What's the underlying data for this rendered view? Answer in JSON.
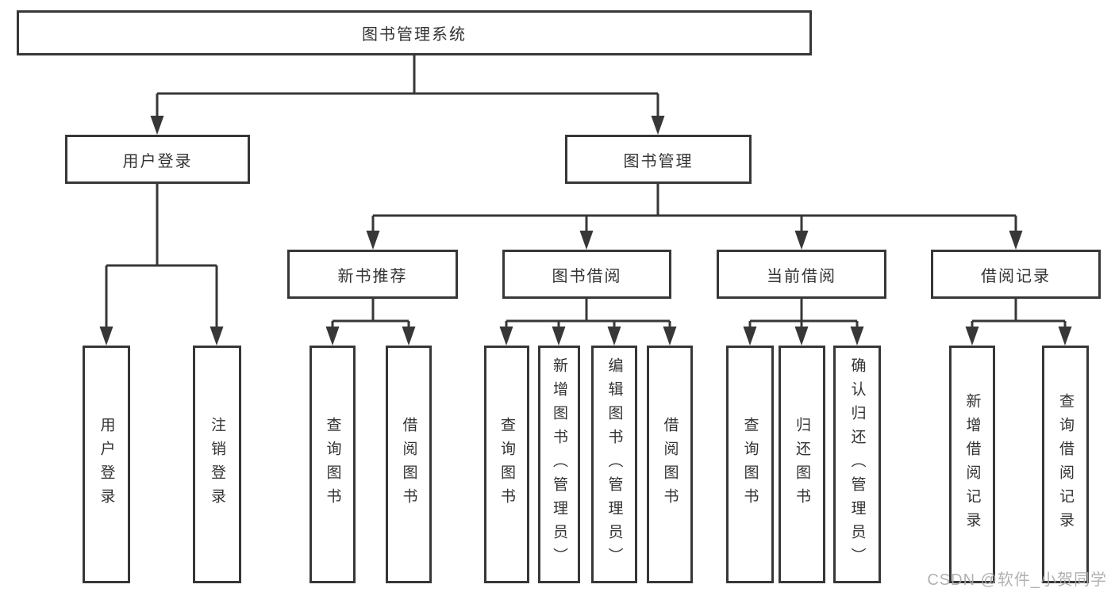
{
  "colors": {
    "line": "#373737",
    "text": "#333333",
    "watermark": "#a9a9a9",
    "background": "#ffffff"
  },
  "watermark": "CSDN @软件_小贺同学",
  "tree": {
    "root": "图书管理系统",
    "branches": [
      {
        "label": "用户登录",
        "children": [
          {
            "label": "用户登录"
          },
          {
            "label": "注销登录"
          }
        ]
      },
      {
        "label": "图书管理",
        "children": [
          {
            "label": "新书推荐",
            "children": [
              {
                "label": "查询图书"
              },
              {
                "label": "借阅图书"
              }
            ]
          },
          {
            "label": "图书借阅",
            "children": [
              {
                "label": "查询图书"
              },
              {
                "label": "新增图书（管理员）"
              },
              {
                "label": "编辑图书（管理员）"
              },
              {
                "label": "借阅图书"
              }
            ]
          },
          {
            "label": "当前借阅",
            "children": [
              {
                "label": "查询图书"
              },
              {
                "label": "归还图书"
              },
              {
                "label": "确认归还（管理员）"
              }
            ]
          },
          {
            "label": "借阅记录",
            "children": [
              {
                "label": "新增借阅记录"
              },
              {
                "label": "查询借阅记录"
              }
            ]
          }
        ]
      }
    ]
  }
}
